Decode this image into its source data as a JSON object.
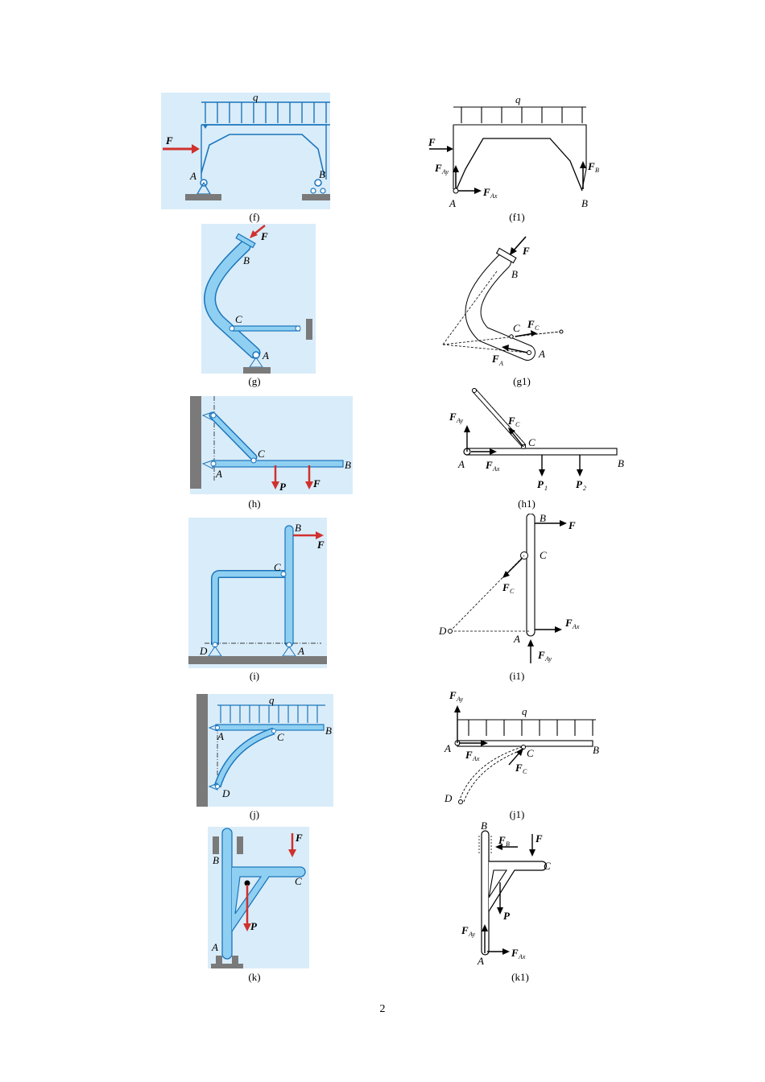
{
  "colors": {
    "blue_fill": "#d9ecf9",
    "member": "#8fd0f2",
    "member_stroke": "#1b75bc",
    "force": "#d0312d",
    "ground": "#7a7a7a"
  },
  "captions": {
    "f": "(f)",
    "f1": "(f1)",
    "g": "(g)",
    "g1": "(g1)",
    "h": "(h)",
    "h1": "(h1)",
    "i": "(i)",
    "i1": "(i1)",
    "j": "(j)",
    "j1": "(j1)",
    "k": "(k)",
    "k1": "(k1)"
  },
  "labels": {
    "q": "q",
    "F": "F",
    "A": "A",
    "B": "B",
    "C": "C",
    "D": "D",
    "P": "P",
    "F_main": "F",
    "Ax": "Ax",
    "Ay": "Ay",
    "sub_A": "A",
    "sub_B": "B",
    "sub_C": "C",
    "P1": "P",
    "P1_sub": "1",
    "P2": "P",
    "P2_sub": "2"
  },
  "page_number": "2"
}
